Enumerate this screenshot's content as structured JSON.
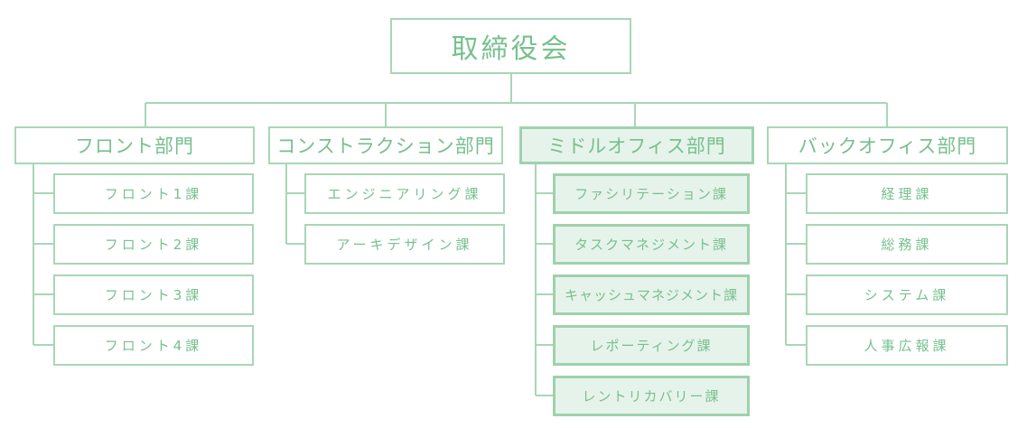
{
  "colors": {
    "line": "#a9d6b6",
    "text": "#77c08f",
    "highlight_fill": "#e6f3ea"
  },
  "root": {
    "label": "取締役会"
  },
  "departments": [
    {
      "label": "フロント部門",
      "highlighted": false,
      "sections": [
        "フロント1課",
        "フロント2課",
        "フロント3課",
        "フロント4課"
      ]
    },
    {
      "label": "コンストラクション部門",
      "highlighted": false,
      "sections": [
        "エンジニアリング課",
        "アーキデザイン課"
      ]
    },
    {
      "label": "ミドルオフィス部門",
      "highlighted": true,
      "sections": [
        "ファシリテーション課",
        "タスクマネジメント課",
        "キャッシュマネジメント課",
        "レポーティング課",
        "レントリカバリー課"
      ]
    },
    {
      "label": "バックオフィス部門",
      "highlighted": false,
      "sections": [
        "経理課",
        "総務課",
        "システム課",
        "人事広報課"
      ]
    }
  ]
}
